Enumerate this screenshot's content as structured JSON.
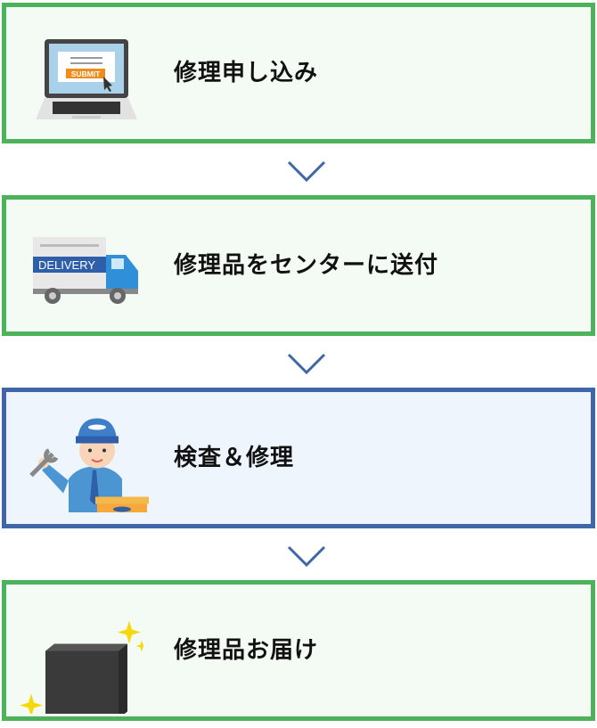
{
  "colors": {
    "done_border": "#4cb35a",
    "done_bg": "#f4fbf4",
    "active_border": "#3f66a8",
    "active_bg": "#eef5fc",
    "arrow": "#3f66a8"
  },
  "steps": [
    {
      "label": "修理申し込み",
      "icon": "laptop-submit-icon",
      "icon_text": "SUBMIT"
    },
    {
      "label": "修理品をセンターに送付",
      "icon": "delivery-truck-icon",
      "icon_text": "DELIVERY"
    },
    {
      "label": "検査＆修理",
      "icon": "repair-technician-icon"
    },
    {
      "label": "修理品お届け",
      "icon": "hard-drive-sparkle-icon"
    }
  ]
}
